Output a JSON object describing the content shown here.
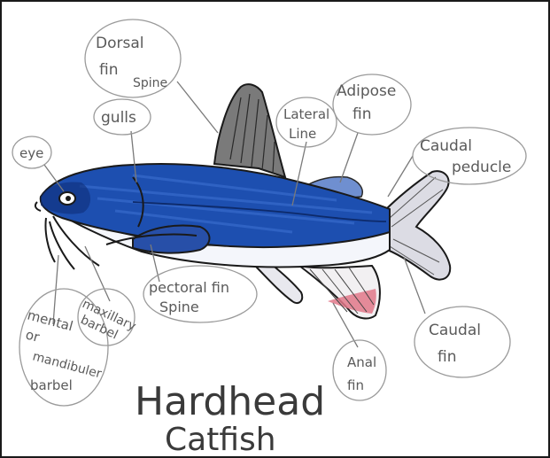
{
  "title": {
    "line1": "Hardhead",
    "line2": "Catfish"
  },
  "labels": {
    "dorsal_fin_spine": [
      "Dorsal",
      "fin",
      "Spine"
    ],
    "gills": "gulls",
    "eye": "eye",
    "lateral_line": [
      "Lateral",
      "Line"
    ],
    "adipose_fin": [
      "Adipose",
      "fin"
    ],
    "caudal_peduncle": [
      "Caudal",
      "peducle"
    ],
    "pectoral_fin_spine": [
      "pectoral fin",
      "Spine"
    ],
    "maxillary_barbel": [
      "maxillary",
      "barbel"
    ],
    "mental_barbel": [
      "mental",
      "or",
      "mandibuler",
      "barbel"
    ],
    "anal_fin": [
      "Anal",
      "fin"
    ],
    "caudal_fin": [
      "Caudal",
      "fin"
    ]
  },
  "colors": {
    "body_blue": "#1d4fb0",
    "belly": "#f4f6fb",
    "dorsal_fin": "#6a6a6a",
    "anal_fin_tip": "#e2788a",
    "caudal_fin": "#d8d8e0",
    "outline": "#1a1a1a",
    "pencil": "#8a8a8a"
  }
}
